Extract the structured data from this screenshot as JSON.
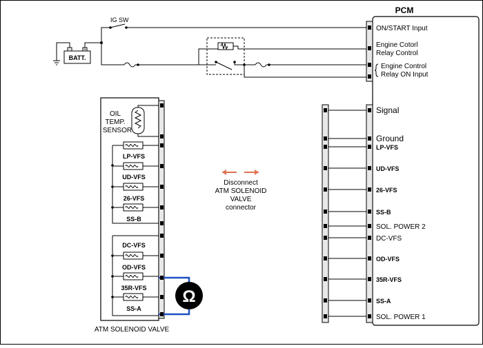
{
  "diagram": {
    "pcm_title": "PCM",
    "ig_switch_label": "IG SW",
    "battery_label": "BATT.",
    "pcm_inputs": [
      "ON/START Input",
      "Engine Cotorl",
      "Relay Control",
      "Engine Control",
      "Relay ON Input"
    ],
    "pcm_pins": [
      "Signal",
      "Ground",
      "LP-VFS",
      "UD-VFS",
      "26-VFS",
      "SS-B",
      "SOL. POWER 2",
      "DC-VFS",
      "OD-VFS",
      "35R-VFS",
      "SS-A",
      "SOL. POWER 1"
    ],
    "sensor_label": [
      "OIL",
      "TEMP.",
      "SENSOR"
    ],
    "solenoids": [
      "LP-VFS",
      "UD-VFS",
      "26-VFS",
      "SS-B",
      "DC-VFS",
      "OD-VFS",
      "35R-VFS",
      "SS-A"
    ],
    "valve_label": "ATM SOLENOID VALVE",
    "disconnect_note": [
      "Disconnect",
      "ATM SOLENOID",
      "VALVE",
      "connector"
    ],
    "meter_symbol": "Ω",
    "colors": {
      "meter_lead": "#1d4fc4",
      "arrow": "#e07050",
      "meter_fill": "#000000"
    }
  }
}
